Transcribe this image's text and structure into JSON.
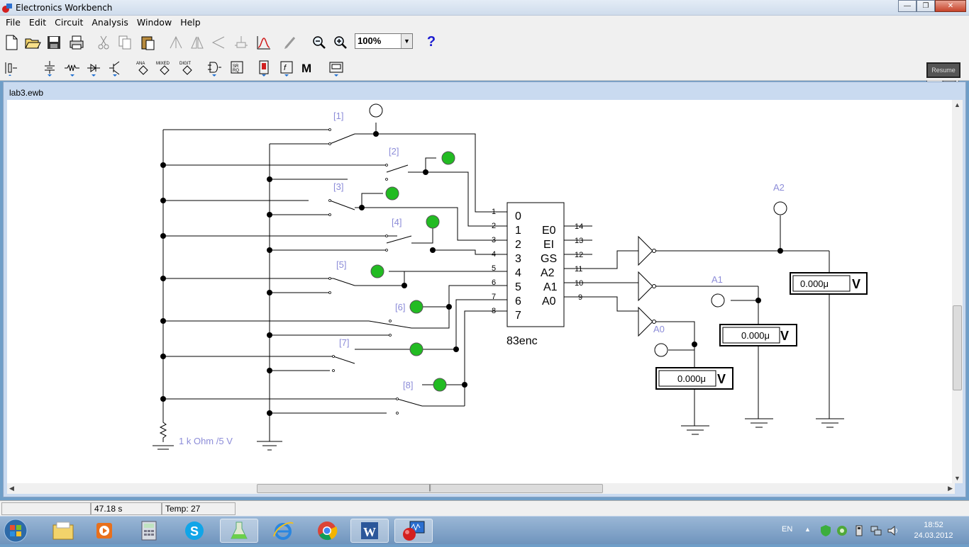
{
  "window": {
    "title": "Electronics Workbench"
  },
  "menu": [
    "File",
    "Edit",
    "Circuit",
    "Analysis",
    "Window",
    "Help"
  ],
  "toolbar": {
    "zoom": "100%",
    "help": "?",
    "resume": "Resume"
  },
  "toolbar2": {
    "ana": "ANA",
    "mixed": "MIXED",
    "digit": "DIGIT",
    "m": "M"
  },
  "document": {
    "title": "lab3.ewb"
  },
  "circuit": {
    "switch_labels": [
      "[1]",
      "[2]",
      "[3]",
      "[4]",
      "[5]",
      "[6]",
      "[7]",
      "[8]"
    ],
    "resistor_label": "1 k Ohm /5 V",
    "encoder": {
      "name": "83enc",
      "inputs": [
        "0",
        "1",
        "2",
        "3",
        "4",
        "5",
        "6",
        "7"
      ],
      "input_pins": [
        "1",
        "2",
        "3",
        "4",
        "5",
        "6",
        "7",
        "8"
      ],
      "outputs": [
        "E0",
        "EI",
        "GS",
        "A2",
        "A1",
        "A0"
      ],
      "output_pins": [
        "14",
        "13",
        "12",
        "11",
        "10",
        "9"
      ]
    },
    "probes": [
      "A2",
      "A1",
      "A0"
    ],
    "meters": [
      {
        "value": "0.000μ",
        "unit": "V"
      },
      {
        "value": "0.000μ",
        "unit": "V"
      },
      {
        "value": "0.000μ",
        "unit": "V"
      }
    ]
  },
  "status": {
    "time": "47.18 s",
    "temp": "Temp:  27"
  },
  "taskbar": {
    "lang": "EN",
    "time": "18:52",
    "date": "24.03.2012"
  }
}
